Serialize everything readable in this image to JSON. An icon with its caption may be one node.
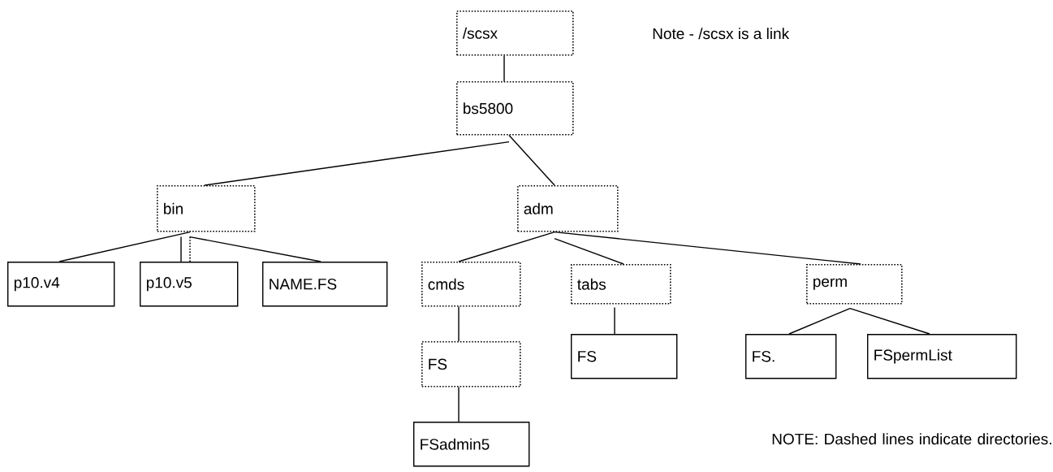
{
  "diagram": {
    "nodes": [
      {
        "text": [
          "/scsx"
        ]
      },
      {
        "text": [
          "bs5800"
        ]
      },
      {
        "text": [
          "bin"
        ]
      },
      {
        "text": [
          "adm"
        ]
      },
      {
        "text": [
          "p10.v4"
        ]
      },
      {
        "text": [
          "p10.v5"
        ]
      },
      {
        "text": [
          "NAME.FS"
        ]
      },
      {
        "text": [
          "cmds"
        ]
      },
      {
        "text": [
          "tabs"
        ]
      },
      {
        "text": [
          "perm"
        ]
      },
      {
        "text": [
          "FS"
        ]
      },
      {
        "text": [
          "FS"
        ]
      },
      {
        "text": [
          "FS."
        ]
      },
      {
        "text": [
          "FSpermList"
        ]
      },
      {
        "text": [
          "FSadmin5"
        ]
      }
    ],
    "edges": [
      {
        "from": 0,
        "to": 1,
        "arrow": "none"
      },
      {
        "from": 1,
        "to": 2,
        "arrow": "none"
      },
      {
        "from": 1,
        "to": 3,
        "arrow": "none"
      },
      {
        "from": 2,
        "to": 4,
        "arrow": "none"
      },
      {
        "from": 2,
        "to": 5,
        "arrow": "none"
      },
      {
        "from": 2,
        "to": 5,
        "arrow": "none",
        "style": "dashed"
      },
      {
        "from": 2,
        "to": 6,
        "arrow": "none"
      },
      {
        "from": 3,
        "to": 7,
        "arrow": "none"
      },
      {
        "from": 3,
        "to": 8,
        "arrow": "none"
      },
      {
        "from": 3,
        "to": 9,
        "arrow": "none"
      },
      {
        "from": 7,
        "to": 10,
        "arrow": "none"
      },
      {
        "from": 8,
        "to": 11,
        "arrow": "none"
      },
      {
        "from": 9,
        "to": 12,
        "arrow": "none"
      },
      {
        "from": 9,
        "to": 13,
        "arrow": "none"
      },
      {
        "from": 10,
        "to": 14,
        "arrow": "none"
      }
    ],
    "labels": [
      "Note - /scsx is a link",
      "NOTE: Dashed lines indicate directories."
    ]
  }
}
